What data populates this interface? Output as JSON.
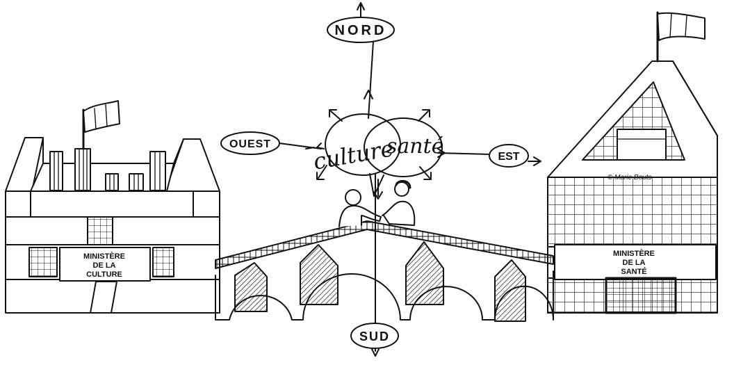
{
  "compass": {
    "north": "NORD",
    "south": "SUD",
    "east": "EST",
    "west": "OUEST"
  },
  "venn": {
    "left_word": "culture",
    "right_word": "santé"
  },
  "buildings": {
    "left": {
      "line1": "MINISTÈRE",
      "line2": "DE LA",
      "line3": "CULTURE"
    },
    "right": {
      "line1": "MINISTÈRE",
      "line2": "DE LA",
      "line3": "SANTÉ"
    }
  },
  "credit": "© Marie Bouts",
  "colors": {
    "ink": "#111111",
    "paper": "#ffffff"
  }
}
